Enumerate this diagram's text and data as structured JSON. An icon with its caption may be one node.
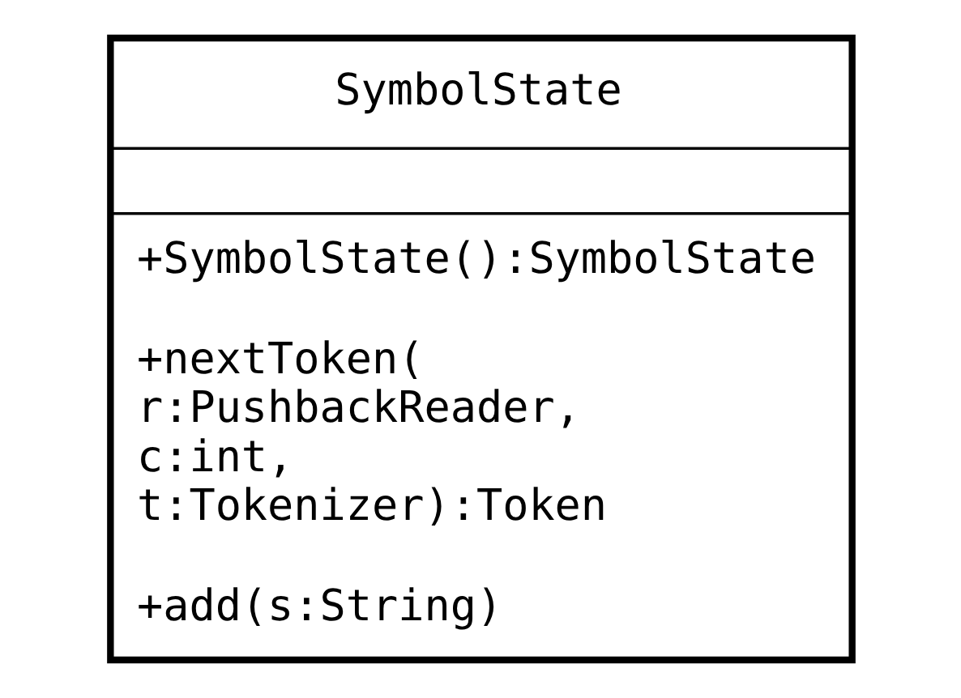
{
  "diagram": {
    "nodes": [
      {
        "text": [
          "SymbolState",
          "+SymbolState():SymbolState",
          "+nextToken( r:PushbackReader, c:int, t:Tokenizer):Token",
          "+add(s:String)"
        ]
      }
    ],
    "edges": []
  }
}
